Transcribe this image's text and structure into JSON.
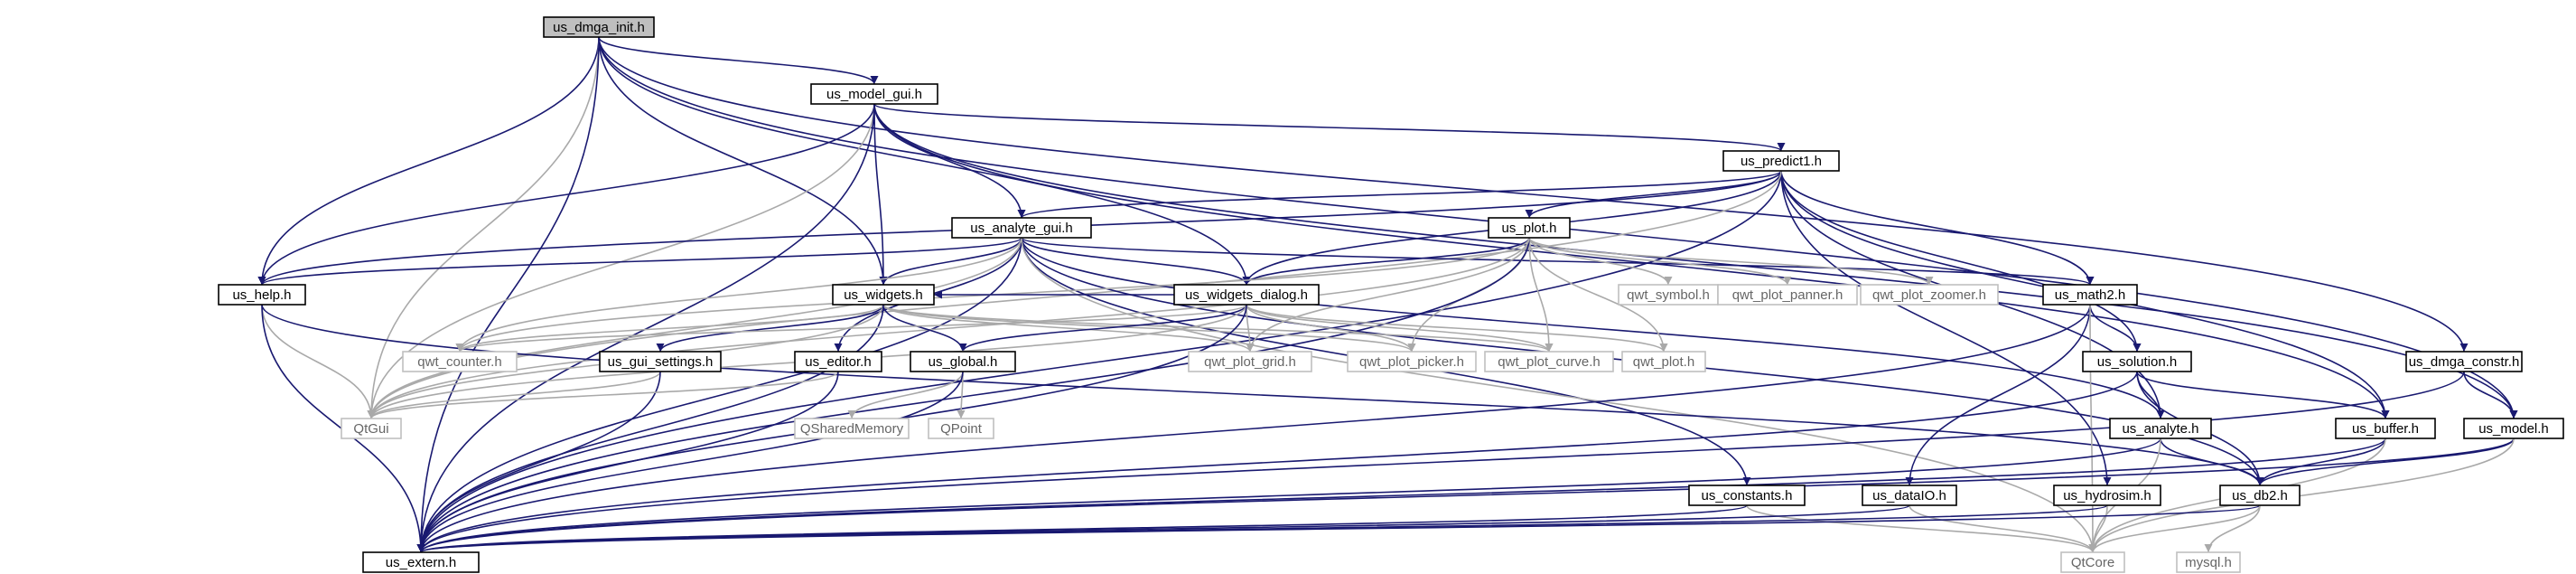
{
  "diagram": {
    "type": "include-dependency-graph",
    "nodes": [
      {
        "id": "root",
        "label": "us_dmga_init.h",
        "kind": "root"
      },
      {
        "id": "modelgui",
        "label": "us_model_gui.h",
        "kind": "file"
      },
      {
        "id": "predict1",
        "label": "us_predict1.h",
        "kind": "file"
      },
      {
        "id": "analgui",
        "label": "us_analyte_gui.h",
        "kind": "file"
      },
      {
        "id": "plot",
        "label": "us_plot.h",
        "kind": "file"
      },
      {
        "id": "help",
        "label": "us_help.h",
        "kind": "file"
      },
      {
        "id": "widgets",
        "label": "us_widgets.h",
        "kind": "file"
      },
      {
        "id": "wdialog",
        "label": "us_widgets_dialog.h",
        "kind": "file"
      },
      {
        "id": "qwtsym",
        "label": "qwt_symbol.h",
        "kind": "system"
      },
      {
        "id": "qwtpan",
        "label": "qwt_plot_panner.h",
        "kind": "system"
      },
      {
        "id": "qwtzoom",
        "label": "qwt_plot_zoomer.h",
        "kind": "system"
      },
      {
        "id": "math2",
        "label": "us_math2.h",
        "kind": "file"
      },
      {
        "id": "counter",
        "label": "qwt_counter.h",
        "kind": "system"
      },
      {
        "id": "guiset",
        "label": "us_gui_settings.h",
        "kind": "file"
      },
      {
        "id": "editor",
        "label": "us_editor.h",
        "kind": "file"
      },
      {
        "id": "global",
        "label": "us_global.h",
        "kind": "file"
      },
      {
        "id": "qwtgrid",
        "label": "qwt_plot_grid.h",
        "kind": "system"
      },
      {
        "id": "qwtpick",
        "label": "qwt_plot_picker.h",
        "kind": "system"
      },
      {
        "id": "qwtcurve",
        "label": "qwt_plot_curve.h",
        "kind": "system"
      },
      {
        "id": "qwtplot",
        "label": "qwt_plot.h",
        "kind": "system"
      },
      {
        "id": "solution",
        "label": "us_solution.h",
        "kind": "file"
      },
      {
        "id": "dmgacon",
        "label": "us_dmga_constr.h",
        "kind": "file"
      },
      {
        "id": "qtgui",
        "label": "QtGui",
        "kind": "system"
      },
      {
        "id": "qshm",
        "label": "QSharedMemory",
        "kind": "system"
      },
      {
        "id": "qpoint",
        "label": "QPoint",
        "kind": "system"
      },
      {
        "id": "analyte",
        "label": "us_analyte.h",
        "kind": "file"
      },
      {
        "id": "buffer",
        "label": "us_buffer.h",
        "kind": "file"
      },
      {
        "id": "model",
        "label": "us_model.h",
        "kind": "file"
      },
      {
        "id": "constants",
        "label": "us_constants.h",
        "kind": "file"
      },
      {
        "id": "dataio",
        "label": "us_dataIO.h",
        "kind": "file"
      },
      {
        "id": "hydrosim",
        "label": "us_hydrosim.h",
        "kind": "file"
      },
      {
        "id": "db2",
        "label": "us_db2.h",
        "kind": "file"
      },
      {
        "id": "extern",
        "label": "us_extern.h",
        "kind": "file"
      },
      {
        "id": "qtcore",
        "label": "QtCore",
        "kind": "system"
      },
      {
        "id": "mysql",
        "label": "mysql.h",
        "kind": "system"
      }
    ],
    "edges": [
      [
        "root",
        "modelgui"
      ],
      [
        "root",
        "help"
      ],
      [
        "root",
        "widgets"
      ],
      [
        "root",
        "wdialog"
      ],
      [
        "root",
        "qtgui"
      ],
      [
        "root",
        "extern"
      ],
      [
        "root",
        "dmgacon"
      ],
      [
        "root",
        "model"
      ],
      [
        "modelgui",
        "predict1"
      ],
      [
        "modelgui",
        "analgui"
      ],
      [
        "modelgui",
        "help"
      ],
      [
        "modelgui",
        "widgets"
      ],
      [
        "modelgui",
        "qtgui"
      ],
      [
        "modelgui",
        "extern"
      ],
      [
        "modelgui",
        "model"
      ],
      [
        "modelgui",
        "buffer"
      ],
      [
        "predict1",
        "analgui"
      ],
      [
        "predict1",
        "plot"
      ],
      [
        "predict1",
        "help"
      ],
      [
        "predict1",
        "wdialog"
      ],
      [
        "predict1",
        "math2"
      ],
      [
        "predict1",
        "solution"
      ],
      [
        "predict1",
        "analyte"
      ],
      [
        "predict1",
        "buffer"
      ],
      [
        "predict1",
        "hydrosim"
      ],
      [
        "predict1",
        "extern"
      ],
      [
        "predict1",
        "qtgui"
      ],
      [
        "analgui",
        "help"
      ],
      [
        "analgui",
        "widgets"
      ],
      [
        "analgui",
        "wdialog"
      ],
      [
        "analgui",
        "editor"
      ],
      [
        "analgui",
        "math2"
      ],
      [
        "analgui",
        "analyte"
      ],
      [
        "analgui",
        "qtgui"
      ],
      [
        "analgui",
        "extern"
      ],
      [
        "analgui",
        "constants"
      ],
      [
        "analgui",
        "counter"
      ],
      [
        "analgui",
        "db2"
      ],
      [
        "analgui",
        "qtcore"
      ],
      [
        "plot",
        "wdialog"
      ],
      [
        "plot",
        "qwtsym"
      ],
      [
        "plot",
        "qwtpan"
      ],
      [
        "plot",
        "qwtzoom"
      ],
      [
        "plot",
        "qwtgrid"
      ],
      [
        "plot",
        "qwtpick"
      ],
      [
        "plot",
        "qwtcurve"
      ],
      [
        "plot",
        "qwtplot"
      ],
      [
        "plot",
        "counter"
      ],
      [
        "plot",
        "extern"
      ],
      [
        "plot",
        "qtgui"
      ],
      [
        "help",
        "qtgui"
      ],
      [
        "help",
        "extern"
      ],
      [
        "help",
        "db2"
      ],
      [
        "widgets",
        "guiset"
      ],
      [
        "widgets",
        "global"
      ],
      [
        "widgets",
        "counter"
      ],
      [
        "widgets",
        "qwtgrid"
      ],
      [
        "widgets",
        "qwtpick"
      ],
      [
        "widgets",
        "qwtcurve"
      ],
      [
        "widgets",
        "qtgui"
      ],
      [
        "widgets",
        "extern"
      ],
      [
        "wdialog",
        "widgets"
      ],
      [
        "wdialog",
        "global"
      ],
      [
        "wdialog",
        "qwtgrid"
      ],
      [
        "wdialog",
        "qwtpick"
      ],
      [
        "wdialog",
        "qwtcurve"
      ],
      [
        "wdialog",
        "qwtplot"
      ],
      [
        "wdialog",
        "counter"
      ],
      [
        "wdialog",
        "qtgui"
      ],
      [
        "wdialog",
        "extern"
      ],
      [
        "math2",
        "solution"
      ],
      [
        "math2",
        "dataio"
      ],
      [
        "math2",
        "extern"
      ],
      [
        "math2",
        "qtcore"
      ],
      [
        "guiset",
        "qtgui"
      ],
      [
        "guiset",
        "extern"
      ],
      [
        "editor",
        "qtgui"
      ],
      [
        "editor",
        "extern"
      ],
      [
        "global",
        "qshm"
      ],
      [
        "global",
        "qpoint"
      ],
      [
        "global",
        "extern"
      ],
      [
        "solution",
        "analyte"
      ],
      [
        "solution",
        "buffer"
      ],
      [
        "solution",
        "db2"
      ],
      [
        "solution",
        "extern"
      ],
      [
        "dmgacon",
        "model"
      ],
      [
        "dmgacon",
        "extern"
      ],
      [
        "analyte",
        "db2"
      ],
      [
        "analyte",
        "extern"
      ],
      [
        "analyte",
        "qtcore"
      ],
      [
        "buffer",
        "db2"
      ],
      [
        "buffer",
        "extern"
      ],
      [
        "buffer",
        "qtcore"
      ],
      [
        "model",
        "db2"
      ],
      [
        "model",
        "extern"
      ],
      [
        "model",
        "qtcore"
      ],
      [
        "constants",
        "extern"
      ],
      [
        "constants",
        "qtcore"
      ],
      [
        "dataio",
        "extern"
      ],
      [
        "dataio",
        "qtcore"
      ],
      [
        "hydrosim",
        "extern"
      ],
      [
        "hydrosim",
        "qtcore"
      ],
      [
        "db2",
        "extern"
      ],
      [
        "db2",
        "qtcore"
      ],
      [
        "db2",
        "mysql"
      ]
    ],
    "colors": {
      "edge_file": "#191970",
      "edge_system": "#a9a9a9",
      "root_fill": "#bfbfbf",
      "system_border": "#bfbfbf"
    }
  }
}
